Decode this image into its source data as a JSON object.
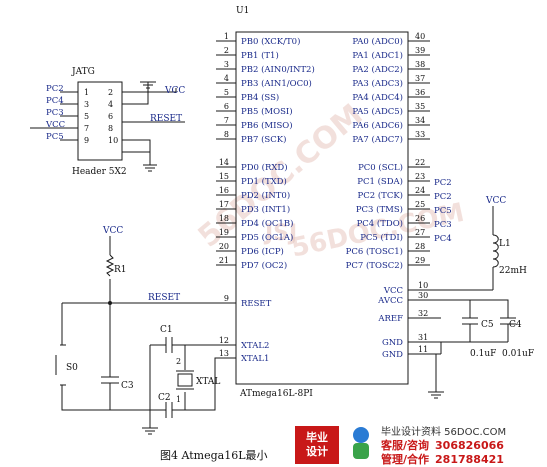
{
  "chip": {
    "designator": "U1",
    "part": "ATmega16L-8PI",
    "left_pins": [
      {
        "num": "1",
        "name": "PB0 (XCK/T0)"
      },
      {
        "num": "2",
        "name": "PB1 (T1)"
      },
      {
        "num": "3",
        "name": "PB2 (AIN0/INT2)"
      },
      {
        "num": "4",
        "name": "PB3 (AIN1/OC0)"
      },
      {
        "num": "5",
        "name": "PB4 (SS)"
      },
      {
        "num": "6",
        "name": "PB5 (MOSI)"
      },
      {
        "num": "7",
        "name": "PB6 (MISO)"
      },
      {
        "num": "8",
        "name": "PB7 (SCK)"
      },
      {
        "num": "14",
        "name": "PD0 (RXD)"
      },
      {
        "num": "15",
        "name": "PD1 (TXD)"
      },
      {
        "num": "16",
        "name": "PD2 (INT0)"
      },
      {
        "num": "17",
        "name": "PD3 (INT1)"
      },
      {
        "num": "18",
        "name": "PD4 (OC1B)"
      },
      {
        "num": "19",
        "name": "PD5 (OC1A)"
      },
      {
        "num": "20",
        "name": "PD6 (ICP)"
      },
      {
        "num": "21",
        "name": "PD7 (OC2)"
      }
    ],
    "right_pins": [
      {
        "num": "40",
        "name": "PA0 (ADC0)"
      },
      {
        "num": "39",
        "name": "PA1 (ADC1)"
      },
      {
        "num": "38",
        "name": "PA2 (ADC2)"
      },
      {
        "num": "37",
        "name": "PA3 (ADC3)"
      },
      {
        "num": "36",
        "name": "PA4 (ADC4)"
      },
      {
        "num": "35",
        "name": "PA5 (ADC5)"
      },
      {
        "num": "34",
        "name": "PA6 (ADC6)"
      },
      {
        "num": "33",
        "name": "PA7 (ADC7)"
      },
      {
        "num": "22",
        "name": "PC0 (SCL)"
      },
      {
        "num": "23",
        "name": "PC1 (SDA)"
      },
      {
        "num": "24",
        "name": "PC2 (TCK)"
      },
      {
        "num": "25",
        "name": "PC3 (TMS)"
      },
      {
        "num": "26",
        "name": "PC4 (TDO)"
      },
      {
        "num": "27",
        "name": "PC5 (TDI)"
      },
      {
        "num": "28",
        "name": "PC6 (TOSC1)"
      },
      {
        "num": "29",
        "name": "PC7 (TOSC2)"
      }
    ],
    "power_pins": [
      {
        "num": "10",
        "name": "VCC"
      },
      {
        "num": "30",
        "name": "AVCC"
      },
      {
        "num": "32",
        "name": "AREF"
      },
      {
        "num": "31",
        "name": "GND"
      },
      {
        "num": "11",
        "name": "GND"
      }
    ],
    "lower_left_pins": [
      {
        "num": "9",
        "name": "RESET"
      },
      {
        "num": "12",
        "name": "XTAL2"
      },
      {
        "num": "13",
        "name": "XTAL1"
      }
    ]
  },
  "jtag": {
    "title": "JATG",
    "footer": "Header 5X2",
    "left_nums": [
      "1",
      "3",
      "5",
      "7",
      "9"
    ],
    "right_nums": [
      "2",
      "4",
      "6",
      "8",
      "10"
    ],
    "left_nets": [
      "PC2",
      "PC4",
      "PC3",
      "VCC",
      "PC5"
    ],
    "right_net_vcc": "VCC",
    "right_net_reset": "RESET"
  },
  "jtag_net_labels_right": [
    "PC2",
    "PC2",
    "PC5",
    "PC3",
    "PC4"
  ],
  "components": {
    "r1": "R1",
    "vcc_r1": "VCC",
    "reset_net": "RESET",
    "switch": "S0",
    "c3": "C3",
    "c1": "C1",
    "c2": "C2",
    "xtal_label": "XTAL",
    "xtal_pin_1": "1",
    "xtal_pin_2": "2",
    "l1": "L1",
    "l1_value": "22mH",
    "vcc_l1": "VCC",
    "c5": "C5",
    "c4": "C4",
    "c5_value": "0.1uF",
    "c4_value": "0.01uF"
  },
  "caption": "图4 Atmega16L最小",
  "watermark": "56DOC.COM",
  "watermark2": "JSJ",
  "footer_banner": {
    "badge_line1": "毕业",
    "badge_line2": "设计",
    "site": "毕业设计资料 56DOC.COM",
    "row1_key": "客服/咨询",
    "row1_val": "306826066",
    "row2_key": "管理/合作",
    "row2_val": "281788421"
  }
}
